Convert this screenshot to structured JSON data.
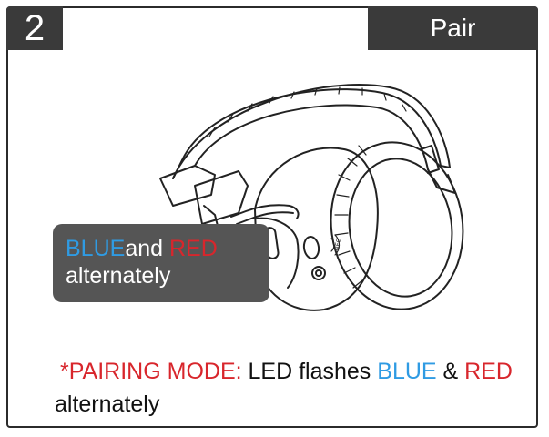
{
  "header": {
    "step_number": "2",
    "title": "Pair"
  },
  "callout": {
    "color1": "BLUE",
    "conj": "and",
    "color2": "RED",
    "line2": "alternately"
  },
  "caption": {
    "label": "*PAIRING MODE:",
    "text1": "LED flashes",
    "color1": "BLUE",
    "amp": "&",
    "color2": "RED",
    "line2": "alternately"
  },
  "colors": {
    "blue": "#2f9be3",
    "red": "#d8262c",
    "panel": "#3a3a3a"
  }
}
